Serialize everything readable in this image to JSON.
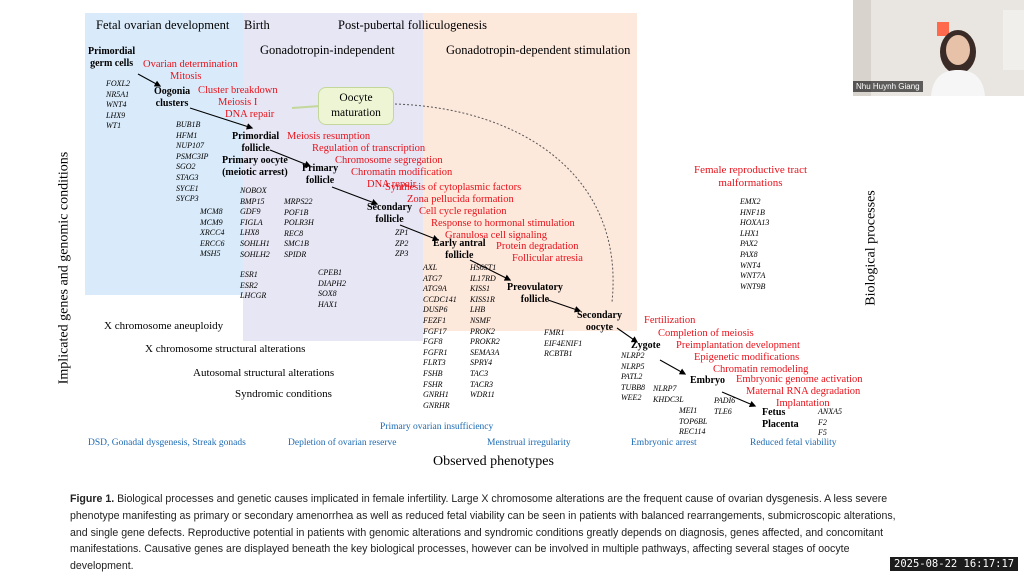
{
  "figure": {
    "phases": {
      "fetal": "Fetal ovarian development",
      "birth": "Birth",
      "post_pubertal": "Post-pubertal folliculogenesis",
      "gonadotropin_independent": "Gonadotropin-independent",
      "gonadotropin_dependent": "Gonadotropin-dependent stimulation"
    },
    "oocyte_maturation": [
      "Oocyte",
      "maturation"
    ],
    "stages": {
      "primordial_germ_cells": [
        "Primordial",
        "germ cells"
      ],
      "oogonia_clusters": [
        "Oogonia",
        "clusters"
      ],
      "primordial_follicle": [
        "Primordial",
        "follicle"
      ],
      "primary_oocyte": [
        "Primary oocyte",
        "(meiotic arrest)"
      ],
      "primary_follicle": [
        "Primary",
        "follicle"
      ],
      "secondary_follicle": [
        "Secondary",
        "follicle"
      ],
      "early_antral_follicle": [
        "Early antral",
        "follicle"
      ],
      "preovulatory_follicle": [
        "Preovulatory",
        "follicle"
      ],
      "secondary_oocyte": [
        "Secondary",
        "oocyte"
      ],
      "zygote": "Zygote",
      "embryo": "Embryo",
      "fetus": "Fetus",
      "placenta": "Placenta"
    },
    "processes": {
      "pgc": [
        "Ovarian determination",
        "Mitosis"
      ],
      "oogonia": [
        "Cluster breakdown",
        "Meiosis I",
        "DNA repair"
      ],
      "primordial": [
        "Meiosis resumption",
        "Regulation of transcription",
        "Chromosome segregation",
        "Chromatin modification",
        "DNA repair"
      ],
      "primary": [
        "Synthesis of cytoplasmic factors",
        "Zona pellucida formation"
      ],
      "secondary": [
        "Cell cycle regulation",
        "Response to hormonal stimulation",
        "Granulosa cell signaling"
      ],
      "antral": [
        "Protein degradation",
        "Follicular atresia"
      ],
      "fertilization": "Fertilization",
      "zygote": [
        "Completion of meiosis",
        "Preimplantation development",
        "Epigenetic modifications",
        "Chromatin remodeling"
      ],
      "embryo": [
        "Embryonic genome activation",
        "Maternal RNA degradation",
        "Implantation"
      ],
      "reproductive_tract": [
        "Female reproductive tract",
        "malformations"
      ]
    },
    "genes": {
      "pgc": [
        "FOXL2",
        "NR5A1",
        "WNT4",
        "LHX9",
        "WT1"
      ],
      "oogonia": [
        "BUB1B",
        "HFM1",
        "NUP107",
        "PSMC3IP",
        "SGO2",
        "STAG3",
        "SYCE1",
        "SYCP3"
      ],
      "col_a": [
        "MCM8",
        "MCM9",
        "XRCC4",
        "ERCC6",
        "MSH5"
      ],
      "col_b": [
        "NOBOX",
        "BMP15",
        "GDF9",
        "FIGLA",
        "LHX8",
        "SOHLH1",
        "SOHLH2"
      ],
      "col_c": [
        "MRPS22",
        "POF1B",
        "POLR3H",
        "REC8",
        "SMC1B",
        "SPIDR"
      ],
      "col_d": [
        "ESR1",
        "ESR2",
        "LHCGR"
      ],
      "col_e": [
        "CPEB1",
        "DIAPH2",
        "SOX8",
        "HAX1"
      ],
      "zp": [
        "ZP1",
        "ZP2",
        "ZP3"
      ],
      "antral_a": [
        "AXL",
        "ATG7",
        "ATG9A",
        "CCDC141",
        "DUSP6",
        "FEZF1",
        "FGF17",
        "FGF8",
        "FGFR1",
        "FLRT3",
        "FSHB",
        "FSHR",
        "GNRH1",
        "GNRHR"
      ],
      "antral_b": [
        "HS6ST1",
        "IL17RD",
        "KISS1",
        "KISS1R",
        "LHB",
        "NSMF",
        "PROK2",
        "PROKR2",
        "SEMA3A",
        "SPRY4",
        "TAC3",
        "TACR3",
        "WDR11"
      ],
      "preov": [
        "FMR1",
        "EIF4ENIF1",
        "RCBTB1"
      ],
      "zygote": [
        "NLRP2",
        "NLRP5",
        "PATL2",
        "TUBB8",
        "WEE2"
      ],
      "embryo_a": [
        "NLRP7",
        "KHDC3L"
      ],
      "embryo_b": [
        "MEI1",
        "TOP6BL",
        "REC114"
      ],
      "embryo_c": [
        "PADI6",
        "TLE6"
      ],
      "fetus": [
        "ANXA5",
        "F2",
        "F5"
      ],
      "tract": [
        "EMX2",
        "HNF1B",
        "HOXA13",
        "LHX1",
        "PAX2",
        "PAX8",
        "WNT4",
        "WNT7A",
        "WNT9B"
      ]
    },
    "conditions": [
      "X chromosome aneuploidy",
      "X chromosome structural alterations",
      "Autosomal structural alterations",
      "Syndromic conditions"
    ],
    "primary_ovarian_insufficiency": "Primary ovarian insufficiency",
    "phenotypes": [
      "DSD, Gonadal dysgenesis, Streak gonads",
      "Depletion of ovarian reserve",
      "Menstrual irregularity",
      "Embryonic arrest",
      "Reduced fetal viability"
    ],
    "axis_left": "Implicated genes and genomic conditions",
    "axis_right": "Biological processes",
    "axis_bottom": "Observed phenotypes",
    "colors": {
      "band_blue": "#d9ebfa",
      "band_lavender": "#e6e6f4",
      "band_peach": "#fde8dc",
      "process_red": "#e8121b",
      "phenotype_blue": "#1d6ab3"
    }
  },
  "caption": {
    "label": "Figure 1.",
    "text": "Biological processes and genetic causes implicated in female infertility. Large X chromosome alterations are the frequent cause of ovarian dysgenesis. A less severe phenotype manifesting as primary or secondary amenorrhea as well as reduced fetal viability can be seen in patients with balanced rearrangements, submicroscopic alterations, and single gene defects. Reproductive potential in patients with genomic alterations and syndromic conditions greatly depends on diagnosis, genes affected, and concomitant manifestations. Causative genes are displayed beneath the key biological processes, however can be involved in multiple pathways, affecting several stages of oocyte development."
  },
  "video": {
    "participant_name": "Nhu Huynh Giang"
  },
  "timestamp": "2025-08-22 16:17:17"
}
